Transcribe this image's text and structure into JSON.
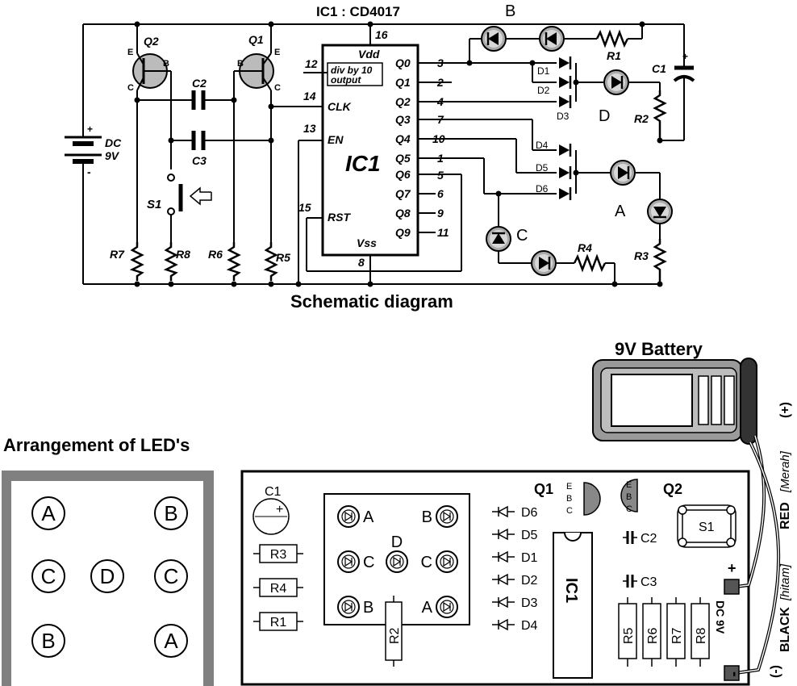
{
  "schematic": {
    "ic_title": "IC1 :  CD4017",
    "caption": "Schematic diagram",
    "ic_name": "IC1",
    "ic_pins": {
      "vdd": "Vdd",
      "div_line1": "div by 10",
      "div_line2": "output",
      "clk": "CLK",
      "en": "EN",
      "rst": "RST",
      "vss": "Vss",
      "q0": "Q0",
      "q1": "Q1",
      "q2": "Q2",
      "q3": "Q3",
      "q4": "Q4",
      "q5": "Q5",
      "q6": "Q6",
      "q7": "Q7",
      "q8": "Q8",
      "q9": "Q9"
    },
    "pin_numbers": {
      "p16": "16",
      "p12": "12",
      "p14": "14",
      "p13": "13",
      "p15": "15",
      "p8": "8",
      "q0": "3",
      "q1": "2",
      "q2": "4",
      "q3": "7",
      "q4": "10",
      "q5": "1",
      "q6": "5",
      "q7": "6",
      "q8": "9",
      "q9": "11"
    },
    "transistors": {
      "q2": "Q2",
      "q1": "Q1",
      "e": "E",
      "b": "B",
      "c": "C"
    },
    "caps": {
      "c1": "C1",
      "c2": "C2",
      "c3": "C3"
    },
    "resistors": {
      "r1": "R1",
      "r2": "R2",
      "r3": "R3",
      "r4": "R4",
      "r5": "R5",
      "r6": "R6",
      "r7": "R7",
      "r8": "R8"
    },
    "switch": "S1",
    "battery": {
      "label1": "DC",
      "label2": "9V",
      "plus": "+",
      "minus": "-"
    },
    "diodes": {
      "d1": "D1",
      "d2": "D2",
      "d3": "D3",
      "d4": "D4",
      "d5": "D5",
      "d6": "D6"
    },
    "led_groups": {
      "a": "A",
      "b": "B",
      "c": "C",
      "d": "D"
    },
    "polarity": {
      "plus": "+",
      "minus": "-"
    }
  },
  "arrangement": {
    "title": "Arrangement of LED's",
    "grid": [
      [
        "A",
        "",
        "B"
      ],
      [
        "C",
        "D",
        "C"
      ],
      [
        "B",
        "",
        "A"
      ]
    ]
  },
  "pcb": {
    "battery_title": "9V  Battery",
    "red_label": "RED",
    "red_note": "[Merah]",
    "red_sign": "(+)",
    "black_label": "BLACK",
    "black_note": "[hitam]",
    "black_sign": "(-)",
    "c1": "C1",
    "c1_plus": "+",
    "resistors_left": [
      "R3",
      "R4",
      "R1"
    ],
    "led_grid": {
      "row1": [
        "A",
        "B"
      ],
      "row2_left": "C",
      "row2_mid": "D",
      "row2_right": "C",
      "row3": [
        "B",
        "A"
      ]
    },
    "r2": "R2",
    "diodes": [
      "D6",
      "D5",
      "D1",
      "D2",
      "D3",
      "D4"
    ],
    "ic": "IC1",
    "q1": "Q1",
    "q2": "Q2",
    "ebc": [
      "E",
      "B",
      "C"
    ],
    "c2": "C2",
    "c3": "C3",
    "s1": "S1",
    "resistors_right": [
      "R5",
      "R6",
      "R7",
      "R8"
    ],
    "dc_label": "DC 9V",
    "terminal_plus": "+",
    "terminal_minus": "-"
  }
}
